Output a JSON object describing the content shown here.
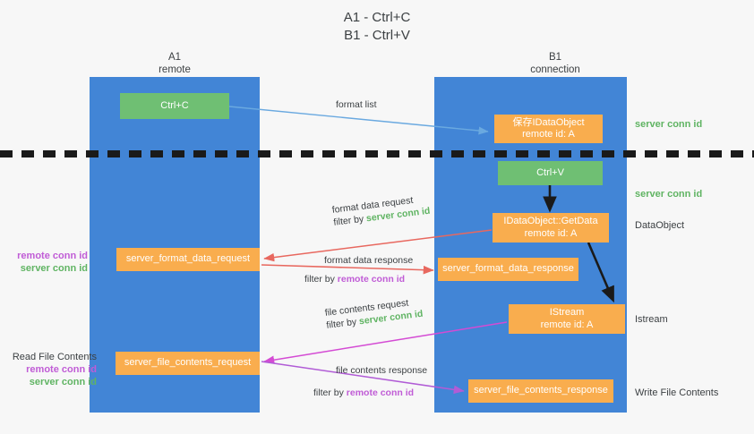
{
  "title": {
    "line1": "A1 - Ctrl+C",
    "line2": "B1 - Ctrl+V"
  },
  "lanes": [
    {
      "id": "a1",
      "name": "A1",
      "role": "remote",
      "color": "#4285d6"
    },
    {
      "id": "b1",
      "name": "B1",
      "role": "connection",
      "color": "#4285d6"
    }
  ],
  "colors": {
    "lane": "#4285d6",
    "green_box": "#6fbf73",
    "orange_box": "#f9ad4e",
    "server_conn_id": "#60b463",
    "remote_conn_id": "#c05cd6",
    "arrow_blue": "#6aa9e0",
    "arrow_red": "#e8685f",
    "arrow_magenta": "#d44bd4",
    "arrow_purple": "#b15cd6",
    "arrow_black": "#1a1a1a",
    "background": "#f7f7f7",
    "text": "#3c4043"
  },
  "boxes": {
    "ctrl_c": {
      "label": "Ctrl+C",
      "color": "green"
    },
    "save_dataobject": {
      "line1": "保存IDataObject",
      "line2": "remote id: A",
      "color": "orange"
    },
    "ctrl_v": {
      "label": "Ctrl+V",
      "color": "green"
    },
    "getdata": {
      "line1": "IDataObject::GetData",
      "line2": "remote id: A",
      "color": "orange"
    },
    "format_data_request": {
      "label": "server_format_data_request",
      "color": "orange"
    },
    "format_data_response": {
      "label": "server_format_data_response",
      "color": "orange"
    },
    "istream": {
      "line1": "IStream",
      "line2": "remote id: A",
      "color": "orange"
    },
    "file_contents_request": {
      "label": "server_file_contents_request",
      "color": "orange"
    },
    "file_contents_response": {
      "label": "server_file_contents_response",
      "color": "orange"
    }
  },
  "edge_labels": {
    "format_list": "format list",
    "format_data_request": "format data request",
    "format_data_request_filter_prefix": "filter by ",
    "format_data_request_filter_value": "server conn id",
    "format_data_response": "format data response",
    "format_data_response_filter_prefix": "filter by ",
    "format_data_response_filter_value": "remote conn id",
    "file_contents_request": "file contents request",
    "file_contents_request_filter_prefix": "filter by ",
    "file_contents_request_filter_value": "server conn id",
    "file_contents_response": "file contents response",
    "file_contents_response_filter_prefix": "filter by ",
    "file_contents_response_filter_value": "remote conn id"
  },
  "annotations": {
    "right": [
      {
        "text": "server conn id",
        "style": "green"
      },
      {
        "text": "server conn id",
        "style": "green"
      },
      {
        "text": "DataObject",
        "style": "dark"
      },
      {
        "text": "Istream",
        "style": "dark"
      },
      {
        "text": "Write File Contents",
        "style": "dark"
      }
    ],
    "left_upper": {
      "remote": "remote conn id",
      "server": "server conn id"
    },
    "left_lower": {
      "heading": "Read File Contents",
      "remote": "remote conn id",
      "server": "server conn id"
    }
  },
  "separator": {
    "name": "dashed-divider",
    "style": "dashed"
  }
}
